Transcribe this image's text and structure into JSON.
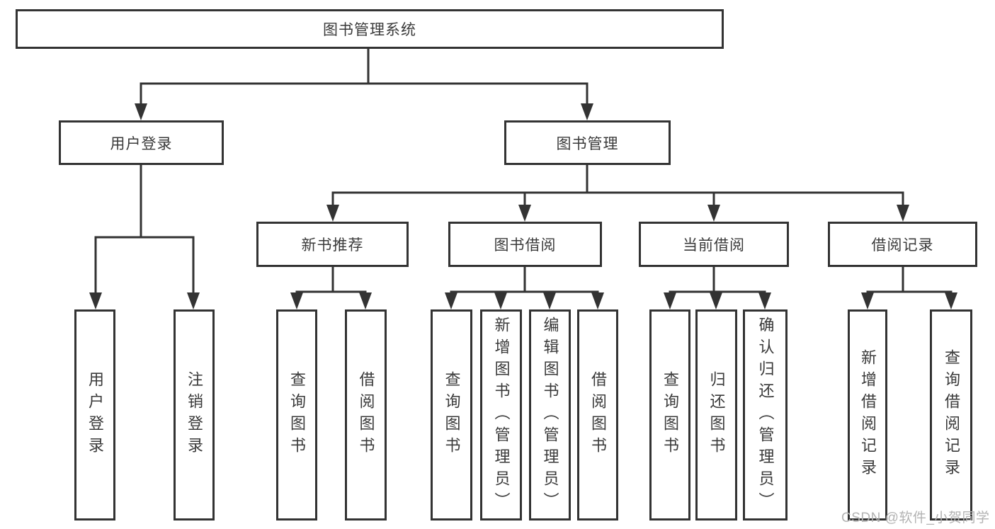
{
  "colors": {
    "line": "#333333",
    "border": "#333333",
    "fill": "#ffffff",
    "bg": "#ffffff",
    "watermark": "#b3b3b3",
    "text": "#3a3a3a"
  },
  "tree": {
    "root": {
      "label": "图书管理系统"
    },
    "level2": [
      {
        "label": "用户登录"
      },
      {
        "label": "图书管理"
      }
    ],
    "level3": [
      {
        "label": "新书推荐"
      },
      {
        "label": "图书借阅"
      },
      {
        "label": "当前借阅"
      },
      {
        "label": "借阅记录"
      }
    ],
    "leaves": {
      "user": [
        {
          "label": "用户登录"
        },
        {
          "label": "注销登录"
        }
      ],
      "newbook": [
        {
          "label": "查询图书"
        },
        {
          "label": "借阅图书"
        }
      ],
      "borrow": [
        {
          "label": "查询图书"
        },
        {
          "label": "新增图书（管理员）"
        },
        {
          "label": "编辑图书（管理员）"
        },
        {
          "label": "借阅图书"
        }
      ],
      "current": [
        {
          "label": "查询图书"
        },
        {
          "label": "归还图书"
        },
        {
          "label": "确认归还（管理员）"
        }
      ],
      "records": [
        {
          "label": "新增借阅记录"
        },
        {
          "label": "查询借阅记录"
        }
      ]
    }
  },
  "watermark": {
    "text": "CSDN @软件_小贺同学"
  }
}
